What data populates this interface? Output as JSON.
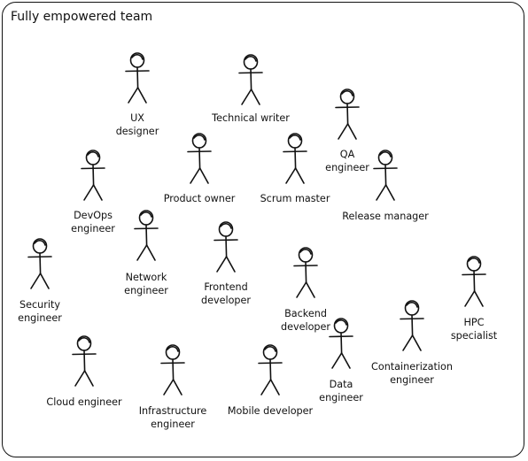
{
  "diagram": {
    "title": "Fully empowered team",
    "roles": [
      {
        "label": "UX\ndesigner"
      },
      {
        "label": "Technical writer"
      },
      {
        "label": "QA\nengineer"
      },
      {
        "label": "Product owner"
      },
      {
        "label": "Scrum master"
      },
      {
        "label": "DevOps\nengineer"
      },
      {
        "label": "Release manager"
      },
      {
        "label": "Network\nengineer"
      },
      {
        "label": "Frontend\ndeveloper"
      },
      {
        "label": "Security\nengineer"
      },
      {
        "label": "Backend\ndeveloper"
      },
      {
        "label": "HPC specialist"
      },
      {
        "label": "Data\nengineer"
      },
      {
        "label": "Containerization\nengineer"
      },
      {
        "label": "Cloud engineer"
      },
      {
        "label": "Infrastructure\nengineer"
      },
      {
        "label": "Mobile developer"
      }
    ]
  }
}
